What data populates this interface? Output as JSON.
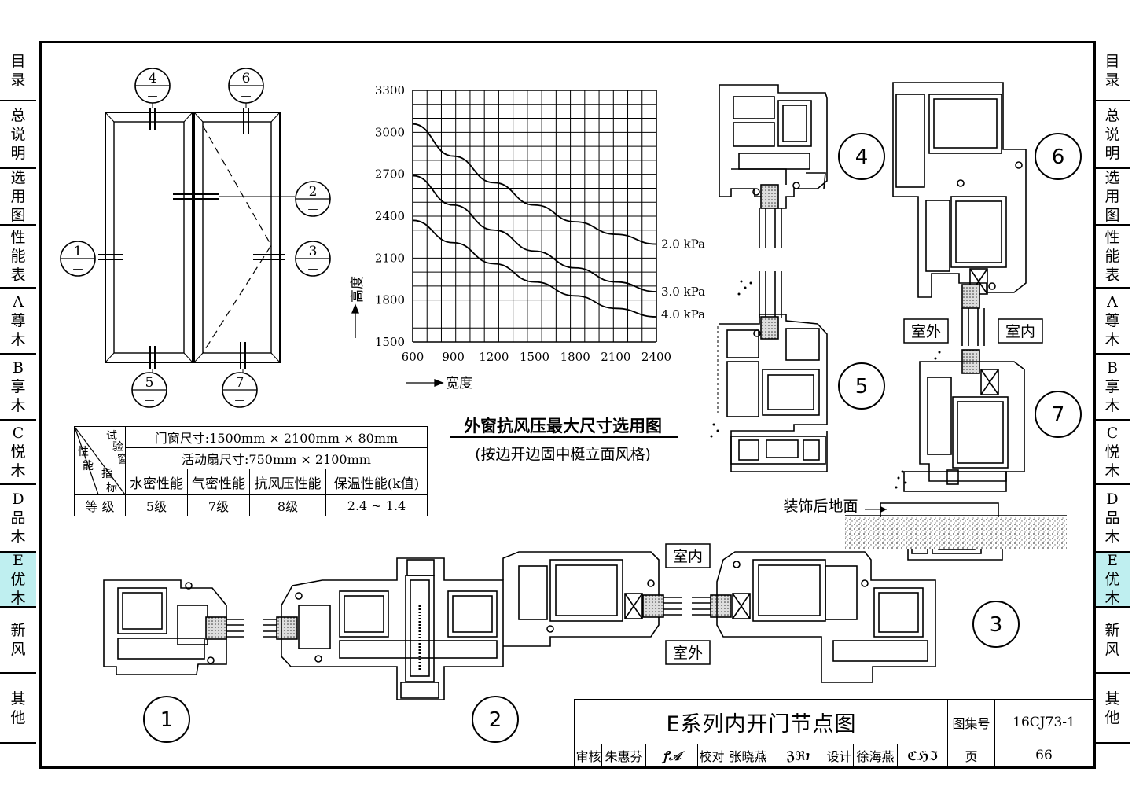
{
  "sidebar": {
    "items": [
      {
        "label": [
          "目",
          "录"
        ]
      },
      {
        "label": [
          "总",
          "说",
          "明"
        ]
      },
      {
        "label": [
          "选",
          "用",
          "图"
        ]
      },
      {
        "label": [
          "性",
          "能",
          "表"
        ]
      },
      {
        "label": [
          "A",
          "尊",
          "木"
        ]
      },
      {
        "label": [
          "B",
          "享",
          "木"
        ]
      },
      {
        "label": [
          "C",
          "悦",
          "木"
        ]
      },
      {
        "label": [
          "D",
          "品",
          "木"
        ]
      },
      {
        "label": [
          "E",
          "优",
          "木"
        ],
        "active": true
      },
      {
        "label": [
          "新",
          "风"
        ]
      },
      {
        "label": [
          "其",
          "他"
        ]
      }
    ]
  },
  "elevation": {
    "markers": [
      {
        "num": "4",
        "sub": "—"
      },
      {
        "num": "6",
        "sub": "—"
      },
      {
        "num": "2",
        "sub": "—"
      },
      {
        "num": "1",
        "sub": "—"
      },
      {
        "num": "3",
        "sub": "—"
      },
      {
        "num": "5",
        "sub": "—"
      },
      {
        "num": "7",
        "sub": "—"
      }
    ]
  },
  "chart_data": {
    "type": "line",
    "title": "外窗抗风压最大尺寸选用图",
    "subtitle": "(按边开边固中梃立面风格)",
    "xlabel": "宽度",
    "ylabel": "高度",
    "xlim": [
      600,
      2400
    ],
    "ylim": [
      1500,
      3300
    ],
    "x_ticks": [
      "600",
      "900",
      "1200",
      "1500",
      "1800",
      "2100",
      "2400"
    ],
    "y_ticks": [
      "3300",
      "3000",
      "2700",
      "2400",
      "2100",
      "1800",
      "1500"
    ],
    "grid": true,
    "series": [
      {
        "name": "2.0 kPa",
        "x": [
          600,
          900,
          1200,
          1500,
          1800,
          2100,
          2400
        ],
        "y": [
          3060,
          2830,
          2640,
          2480,
          2360,
          2270,
          2200
        ]
      },
      {
        "name": "3.0 kPa",
        "x": [
          600,
          900,
          1200,
          1500,
          1800,
          2100,
          2400
        ],
        "y": [
          2690,
          2480,
          2300,
          2150,
          2030,
          1930,
          1860
        ]
      },
      {
        "name": "4.0 kPa",
        "x": [
          600,
          900,
          1200,
          1500,
          1800,
          2100,
          2400
        ],
        "y": [
          2370,
          2210,
          2060,
          1930,
          1830,
          1740,
          1680
        ]
      }
    ]
  },
  "perf_table": {
    "corner": {
      "a": "试",
      "b": "验",
      "c": "窗",
      "d": "性",
      "e": "能",
      "f": "指",
      "g": "标"
    },
    "door_size": "门窗尺寸:1500mm × 2100mm × 80mm",
    "sash_size": "活动扇尺寸:750mm × 2100mm",
    "headers": [
      "水密性能",
      "气密性能",
      "抗风压性能",
      "保温性能(k值)"
    ],
    "row_label": "等  级",
    "values": [
      "5级",
      "7级",
      "8级",
      "2.4 ~ 1.4"
    ]
  },
  "details": {
    "indoor": "室内",
    "outdoor": "室外",
    "floor": "装饰后地面",
    "nums": {
      "d1": "1",
      "d2": "2",
      "d3": "3",
      "d4": "4",
      "d5": "5",
      "d6": "6",
      "d7": "7"
    }
  },
  "title_block": {
    "title": "E系列内开门节点图",
    "atlas_label": "图集号",
    "atlas_no": "16CJ73-1",
    "review_label": "审核",
    "reviewer": "朱惠芬",
    "check_label": "校对",
    "checker": "张晓燕",
    "design_label": "设计",
    "designer": "徐海燕",
    "page_label": "页",
    "page_no": "66"
  }
}
